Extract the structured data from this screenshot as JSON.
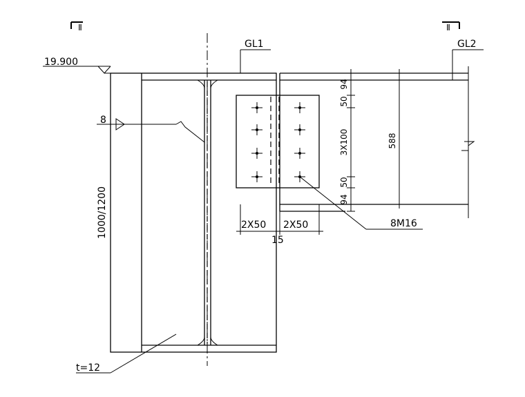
{
  "section_mark_left": "Ⅱ",
  "section_mark_right": "Ⅱ",
  "elevation": "19.900",
  "beam_left": "GL1",
  "beam_right": "GL2",
  "weld_size": "8",
  "height_dim": "1000/1200",
  "beam_depth": "588",
  "dims_vertical": [
    "94",
    "50",
    "3X100",
    "50",
    "94"
  ],
  "dims_horizontal": [
    "2X50",
    "2X50"
  ],
  "gap_dim": "15",
  "bolt_label": "8M16",
  "plate_label": "t=12"
}
